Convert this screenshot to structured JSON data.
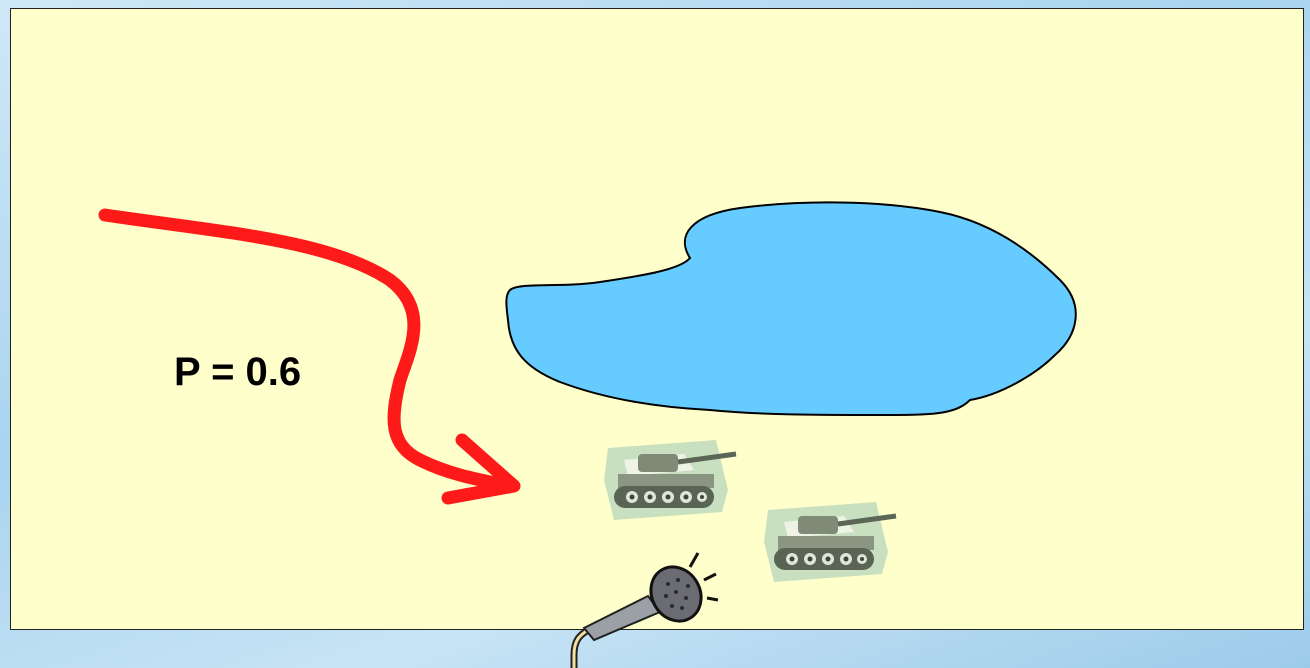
{
  "slide": {
    "probability_label": "P = 0.6",
    "colors": {
      "background": "#ffffcc",
      "lake": "#66ccff",
      "arrow": "#ff0000"
    },
    "icons": [
      "lake-shape",
      "red-curved-arrow",
      "tank-icon",
      "tank-icon",
      "microphone-icon"
    ]
  }
}
